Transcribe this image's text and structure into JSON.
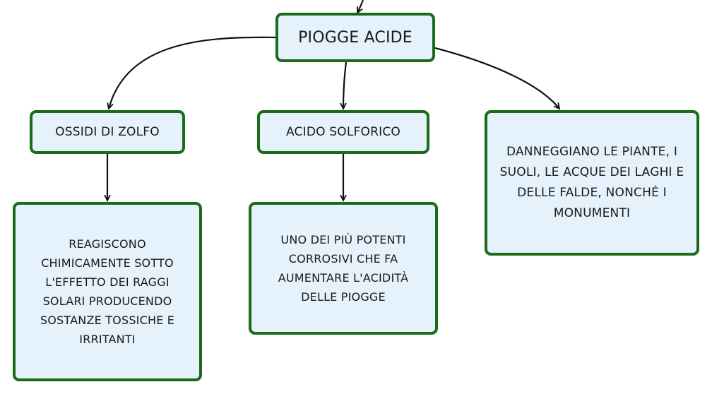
{
  "diagram": {
    "root": {
      "label": "PIOGGE ACIDE"
    },
    "nodes": {
      "ossidi": {
        "label": "OSSIDI DI ZOLFO"
      },
      "acido": {
        "label": "ACIDO SOLFORICO"
      },
      "danni": {
        "label": "DANNEGGIANO LE PIANTE, I SUOLI, LE ACQUE DEI LAGHI E DELLE FALDE, NONCHÉ I MONUMENTI"
      },
      "reag": {
        "label": "REAGISCONO CHIMICAMENTE SOTTO L'EFFETTO DEI RAGGI SOLARI PRODUCENDO SOSTANZE TOSSICHE E IRRITANTI"
      },
      "uno": {
        "label": "UNO DEI PIÙ POTENTI CORROSIVI CHE FA AUMENTARE L'ACIDITÀ DELLE PIOGGE"
      }
    },
    "colors": {
      "node_fill": "#e5f1fb",
      "node_border": "#1b6b1b",
      "connector": "#111111"
    }
  }
}
